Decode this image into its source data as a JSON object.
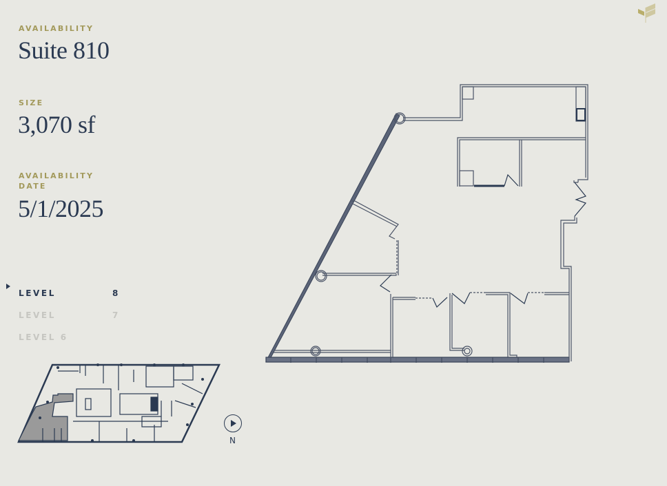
{
  "details": {
    "availability_label": "AVAILABILITY",
    "suite": "Suite 810",
    "size_label": "SIZE",
    "size": "3,070 sf",
    "date_label_line1": "AVAILABILITY",
    "date_label_line2": "DATE",
    "date": "5/1/2025"
  },
  "levels": [
    {
      "label": "LEVEL",
      "number": "8",
      "active": true
    },
    {
      "label": "LEVEL",
      "number": "7",
      "active": false
    },
    {
      "label": "LEVEL 6",
      "number": "",
      "active": false
    }
  ],
  "compass": {
    "label": "N",
    "icon": "play-triangle-icon"
  },
  "logo": {
    "icon": "brand-logo-icon",
    "color": "#c8c096"
  },
  "colors": {
    "background": "#e8e8e3",
    "accent_gold": "#a39a5c",
    "navy": "#2b3a52",
    "inactive": "#c6c6c1",
    "highlight_fill": "#9a9a9a"
  }
}
